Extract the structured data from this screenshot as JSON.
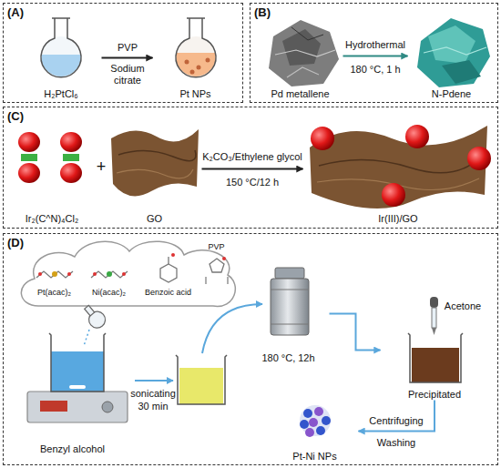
{
  "diagram": {
    "nodes": [
      {
        "text": [
          "(A)"
        ]
      },
      {
        "text": [
          "H₂PtCl₆"
        ],
        "in": 0
      },
      {
        "text": [
          "Pt NPs"
        ],
        "in": 0
      },
      {
        "text": [
          "(B)"
        ]
      },
      {
        "text": [
          "Pd metallene"
        ],
        "in": 3
      },
      {
        "text": [
          "N-Pdene"
        ],
        "in": 3
      },
      {
        "text": [
          "(C)"
        ]
      },
      {
        "text": [
          "Ir₂(C^N)₄Cl₂"
        ],
        "in": 6
      },
      {
        "text": [
          "GO"
        ],
        "in": 6
      },
      {
        "text": [
          "Ir(III)/GO"
        ],
        "in": 6
      },
      {
        "text": [
          "(D)"
        ]
      },
      {
        "text": [
          "Pt(acac)₂",
          "Ni(acac)₂",
          "Benzoic acid",
          "PVP"
        ],
        "in": 10
      },
      {
        "text": [
          "Benzyl alcohol"
        ],
        "in": 10
      },
      {
        "text": [
          "180 °C, 12h"
        ],
        "in": 10
      },
      {
        "text": [
          "Precipitated"
        ],
        "in": 10
      },
      {
        "text": [
          "Pt-Ni NPs"
        ],
        "in": 10
      }
    ],
    "edges": [
      {
        "from": 1,
        "to": 2,
        "arrow": "to",
        "label": "PVP"
      },
      {
        "from": 4,
        "to": 5,
        "arrow": "to",
        "label": "Hydrothermal"
      },
      {
        "from": 8,
        "to": 9,
        "arrow": "to",
        "label": "K₂CO₃/Ethylene glycol"
      },
      {
        "from": 13,
        "to": 14,
        "arrow": "to"
      },
      {
        "from": 14,
        "to": 15,
        "arrow": "to",
        "label": "Centrifuging"
      }
    ],
    "labels": [
      "Sodium citrate",
      "180 °C, 1 h",
      "+",
      "150 °C/12 h",
      "sonicating",
      "30 min",
      "Acetone",
      "Washing"
    ]
  }
}
